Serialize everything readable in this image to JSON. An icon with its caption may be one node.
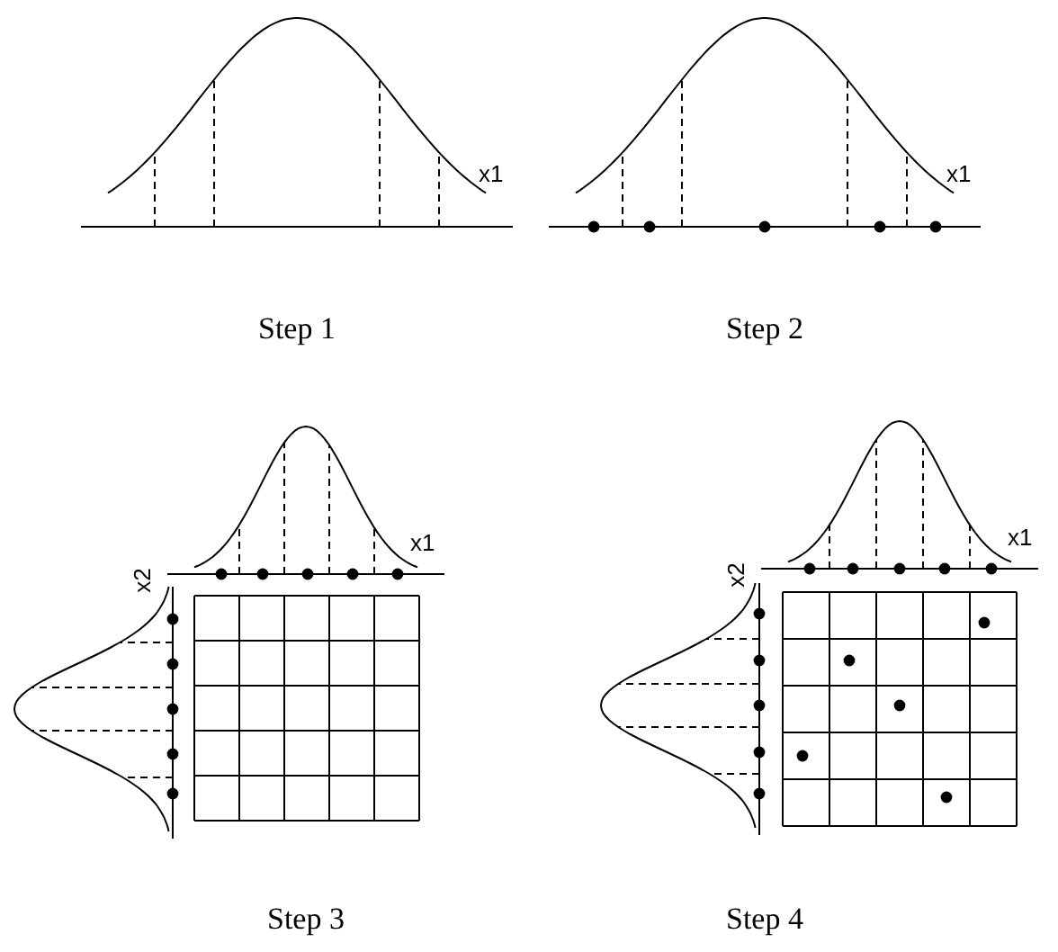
{
  "diagram": {
    "labels": [
      "x1",
      "Step 1",
      "x1",
      "Step 2",
      "x1",
      "x2",
      "Step 3",
      "x1",
      "x2",
      "Step 4"
    ]
  }
}
